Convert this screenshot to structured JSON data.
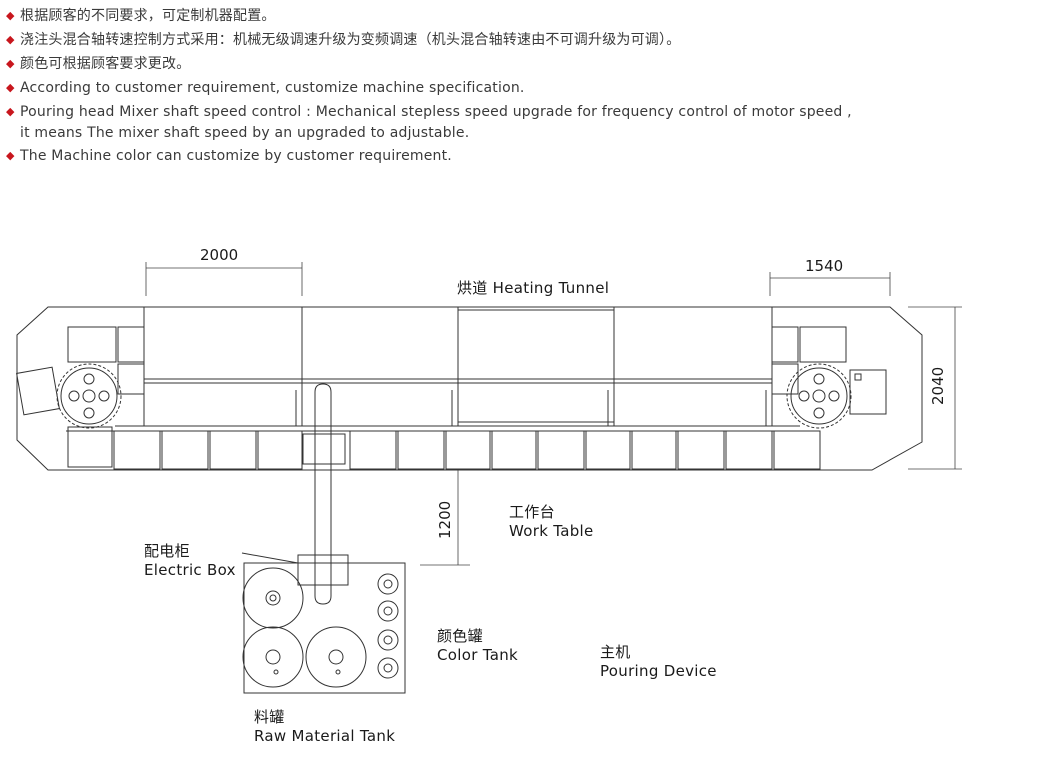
{
  "notes": [
    {
      "text": "根据顾客的不同要求，可定制机器配置。"
    },
    {
      "text": "浇注头混合轴转速控制方式采用：机械无级调速升级为变频调速（机头混合轴转速由不可调升级为可调）。"
    },
    {
      "text": "颜色可根据顾客要求更改。"
    },
    {
      "text": "According to customer requirement, customize machine specification."
    },
    {
      "text": "Pouring head Mixer shaft speed control : Mechanical stepless speed upgrade for frequency control of motor speed ,",
      "continuation": "it means The mixer shaft speed by an upgraded to adjustable."
    },
    {
      "text": "The Machine color can customize by customer requirement."
    }
  ],
  "bullet_color": "#c8161d",
  "dimensions": {
    "left_width": "2000",
    "right_width": "1540",
    "height": "2040",
    "table_gap": "1200"
  },
  "labels": {
    "tunnel": "烘道 Heating Tunnel",
    "work_table_cn": "工作台",
    "work_table_en": "Work Table",
    "electric_box_cn": "配电柜",
    "electric_box_en": "Electric Box",
    "color_tank_cn": "颜色罐",
    "color_tank_en": "Color Tank",
    "pouring_device_cn": "主机",
    "pouring_device_en": "Pouring Device",
    "raw_tank_cn": "料罐",
    "raw_tank_en": "Raw Material Tank"
  }
}
